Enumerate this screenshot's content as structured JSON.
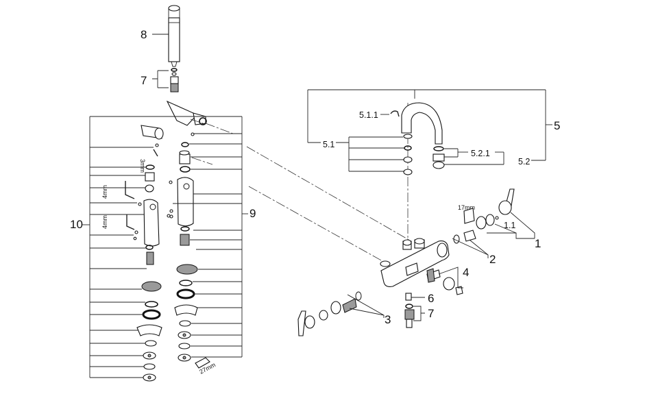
{
  "callouts": {
    "c8": "8",
    "c7": "7",
    "c10": "10",
    "c9": "9",
    "c5": "5",
    "c5_1_1": "5.1.1",
    "c5_1": "5.1",
    "c5_2_1": "5.2.1",
    "c5_2": "5.2",
    "c1": "1",
    "c1_1": "1.1",
    "c2": "2",
    "c4": "4",
    "c6": "6",
    "c7b": "7",
    "c3": "3"
  },
  "tools": {
    "t3mm": "3mm",
    "t4mm_a": "4mm",
    "t4mm_b": "4mm",
    "t17mm": "17mm",
    "t27mm": "27mm"
  }
}
